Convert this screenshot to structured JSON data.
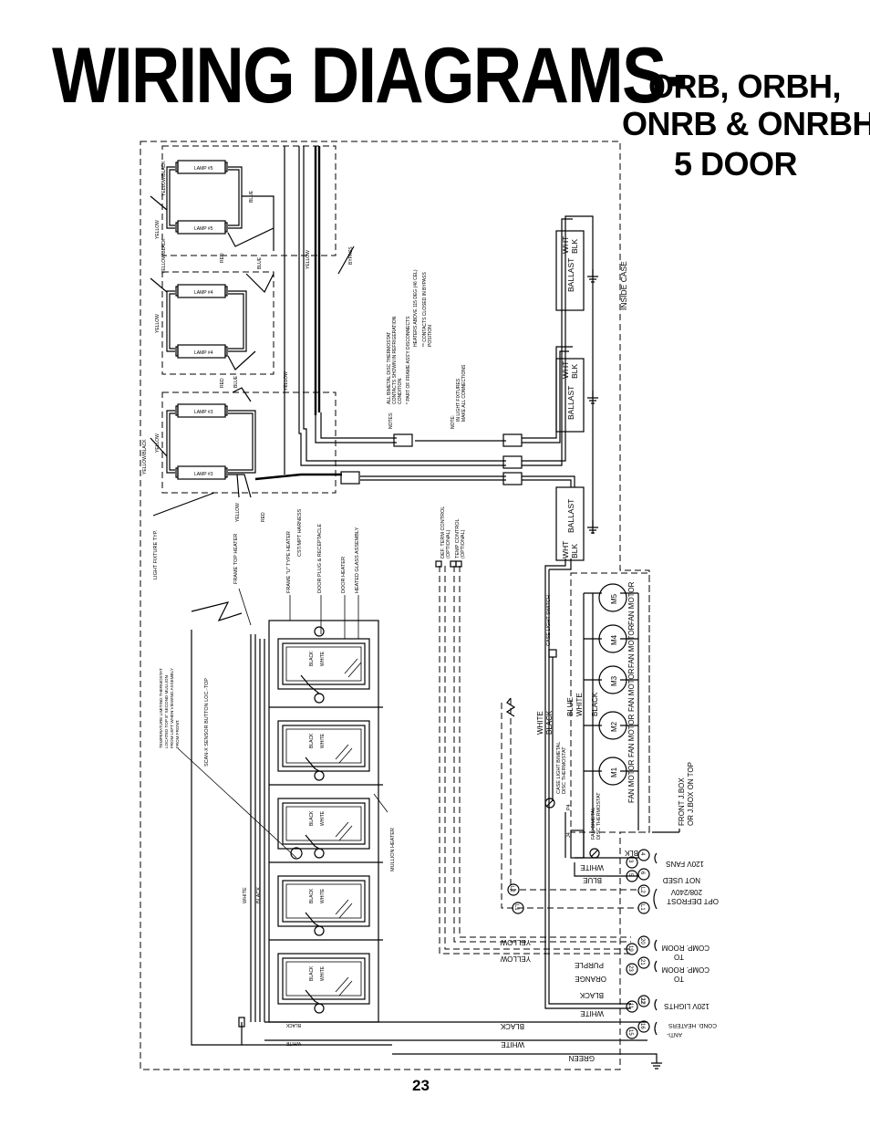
{
  "title": {
    "main": "WIRING DIAGRAMS-",
    "line1": "ORB, ORBH,",
    "line2": "ONRB & ONRBH",
    "line3": "5 DOOR"
  },
  "page_number": "23",
  "lamps": [
    "LAMP #5",
    "LAMP #5",
    "LAMP #4",
    "LAMP #4",
    "LAMP #3",
    "LAMP #3"
  ],
  "fixture_wires": {
    "yellow_black": "YELLOW/BLACK",
    "yellow": "YELLOW",
    "blue": "BLUE",
    "red": "RED",
    "yellow_top": "YELLOW",
    "mid_yellow": "YELLOW",
    "bypass": "BYPASS"
  },
  "notes": {
    "label": "NOTES:",
    "lines": [
      "ALL BIMETAL DISC THERMOSTAT",
      "CONTACTS SHOWN IN REFRIGERATION",
      "CONDITION.",
      "* PART OF FRAME ASS'Y DISCONNECTS",
      "HEATERS ABOVE 115 DEG (46 CEL)",
      "** CONTACTS CLOSED IN BYPASS",
      "POSITION"
    ],
    "label2": "NOTE:",
    "lines2": [
      "IN LIGHT FIXTURES",
      "MAKE ALL CONNECTIONS"
    ]
  },
  "ballasts": [
    {
      "label": "BALLAST",
      "wht": "WHT",
      "blk": "BLK"
    },
    {
      "label": "BALLAST",
      "wht": "WHT",
      "blk": "BLK"
    },
    {
      "label": "BALLAST",
      "wht": "WHT",
      "blk": "BLK"
    }
  ],
  "inside_case": "INSIDE CASE",
  "left_labels": {
    "light_fixture": "LIGHT FIXTURE TYP.",
    "frame_top_heater": "FRAME TOP HEATER",
    "frame_u_heater": "FRAME \"U\" TYPE HEATER",
    "cst_harness": "CST/MPT HARNESS",
    "door_plug": "DOOR PLUG & RECEPTACLE",
    "door_heater": "DOOR HEATER",
    "heated_glass": "HEATED GLASS ASSEMBLY",
    "temp_limit": [
      "TEMPERATURE LIMITING THERMOSTAT",
      "LOCATED TOP 8\" SECOND MULLION",
      "FROM LEFT WHEN VIEWING ASSEMBLY",
      "FROM FRONT."
    ],
    "scan_x": "SCAN-X SENSOR BUTTON LOC.-TOP",
    "mullion_heater": "MULLION HEATER",
    "white_v": "WHITE",
    "black_v": "BLACK"
  },
  "door_wires": {
    "black": "BLACK",
    "white": "WHITE"
  },
  "controls": {
    "def_term": "DEF. TERM CONTROL",
    "optional1": "(OPTIONAL)",
    "temp_control": "TEMP CONTROL",
    "optional2": "(OPTIONAL)",
    "case_light_switch": "CASE LIGHT SWITCH",
    "case_light_bimetal": "CASE LIGHT BIMETAL",
    "disc_thermostat": "DISC THERMOSTAT",
    "fan_bimetal": "FAN BIMETAL",
    "disc_thermostat2": "DISC THERMOSTAT",
    "p4": "P4",
    "j4": "J4"
  },
  "wire_colors": {
    "white": "WHITE",
    "black": "BLACK",
    "blue": "BLUE",
    "yellow": "YELLOW",
    "purple": "PURPLE",
    "orange": "ORANGE",
    "green": "GREEN",
    "blk": "BLK"
  },
  "motors": [
    {
      "id": "M1",
      "label": "FAN MOTOR"
    },
    {
      "id": "M2",
      "label": "FAN MOTOR"
    },
    {
      "id": "M3",
      "label": "FAN MOTOR"
    },
    {
      "id": "M4",
      "label": "FAN MOTOR"
    },
    {
      "id": "M5",
      "label": "FAN MOTOR"
    }
  ],
  "terminals": {
    "fans_120v": "120V FANS",
    "not_used": "NOT USED",
    "opt_defrost": "OPT DEFROST",
    "v208": "208/240V",
    "comp_room": "COMP. ROOM",
    "to": "TO",
    "comp_room2": "COMP. ROOM",
    "to2": "TO",
    "lights_120v": "120V LIGHTS",
    "cond_heaters": "COND. HEATERS",
    "anti": "ANTI-",
    "jbox1": "FRONT J.BOX",
    "jbox2": "OR J.BOX ON TOP",
    "numbers": [
      "3",
      "4",
      "5",
      "6",
      "L2",
      "L2",
      "L1",
      "L1",
      "20",
      "19",
      "21",
      "23",
      "22",
      "11",
      "12",
      "15",
      "16"
    ]
  }
}
